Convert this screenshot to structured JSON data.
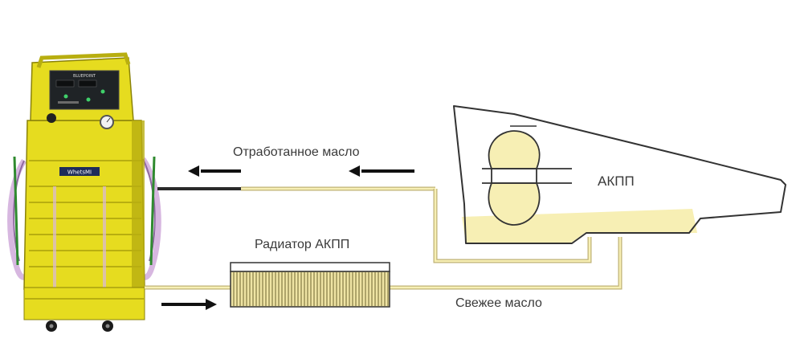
{
  "labels": {
    "used_oil": "Отработанное масло",
    "radiator": "Радиатор АКПП",
    "fresh_oil": "Свежее масло",
    "transmission": "АКПП"
  },
  "machine": {
    "panel_brand": "BLUEPOINT",
    "front_badge": "WhetsMI"
  },
  "colors": {
    "machine_yellow": "#e6dc1f",
    "machine_shadow": "#b8ae10",
    "oil_fill": "#f7efb4",
    "pipe_outline": "#bfb276",
    "used_line": "#2a2a2a",
    "arrow": "#111111",
    "hose": "#d7b7e0",
    "outline": "#333333"
  }
}
